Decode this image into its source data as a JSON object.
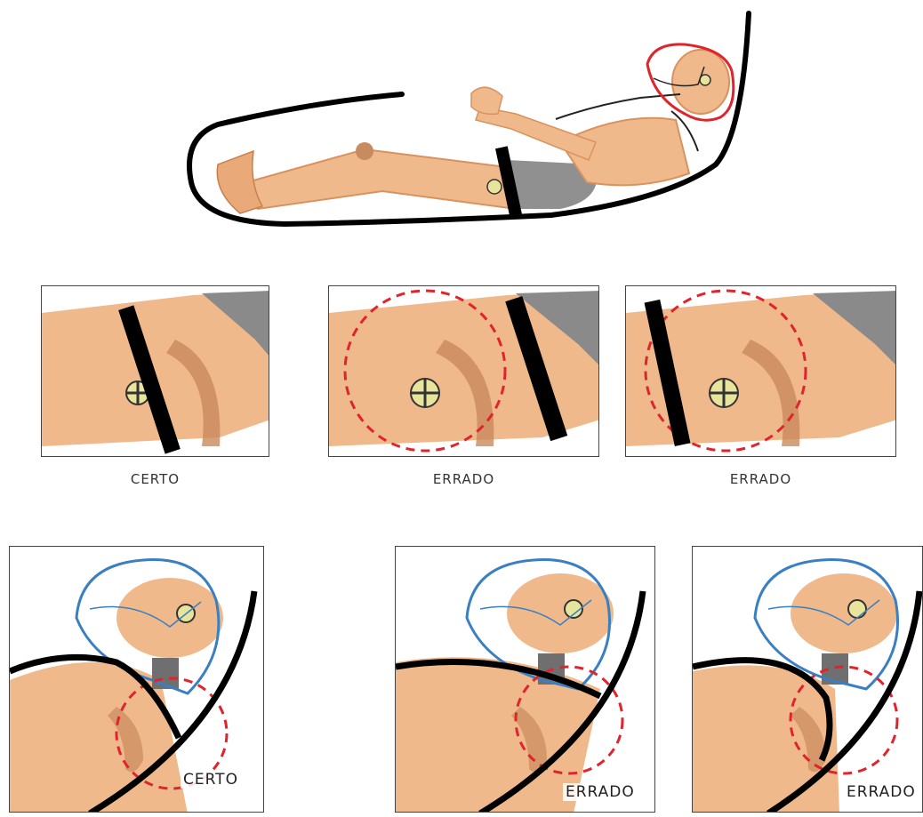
{
  "colors": {
    "skin": "#f0b98b",
    "skin_shade": "#d9925e",
    "belt": "#000000",
    "head_outline_top": "#e0242c",
    "head_outline_bottom": "#3a7fc1",
    "dashed_circle": "#e0242c",
    "pants": "#8c8c8c"
  },
  "icons": [
    "crash-test-dummy",
    "seat-outline",
    "lap-belt",
    "calibration-target"
  ],
  "row1": {
    "labels": [
      "CERTO",
      "ERRADO",
      "ERRADO"
    ]
  },
  "row2": {
    "labels": [
      "CERTO",
      "ERRADO",
      "ERRADO"
    ]
  }
}
